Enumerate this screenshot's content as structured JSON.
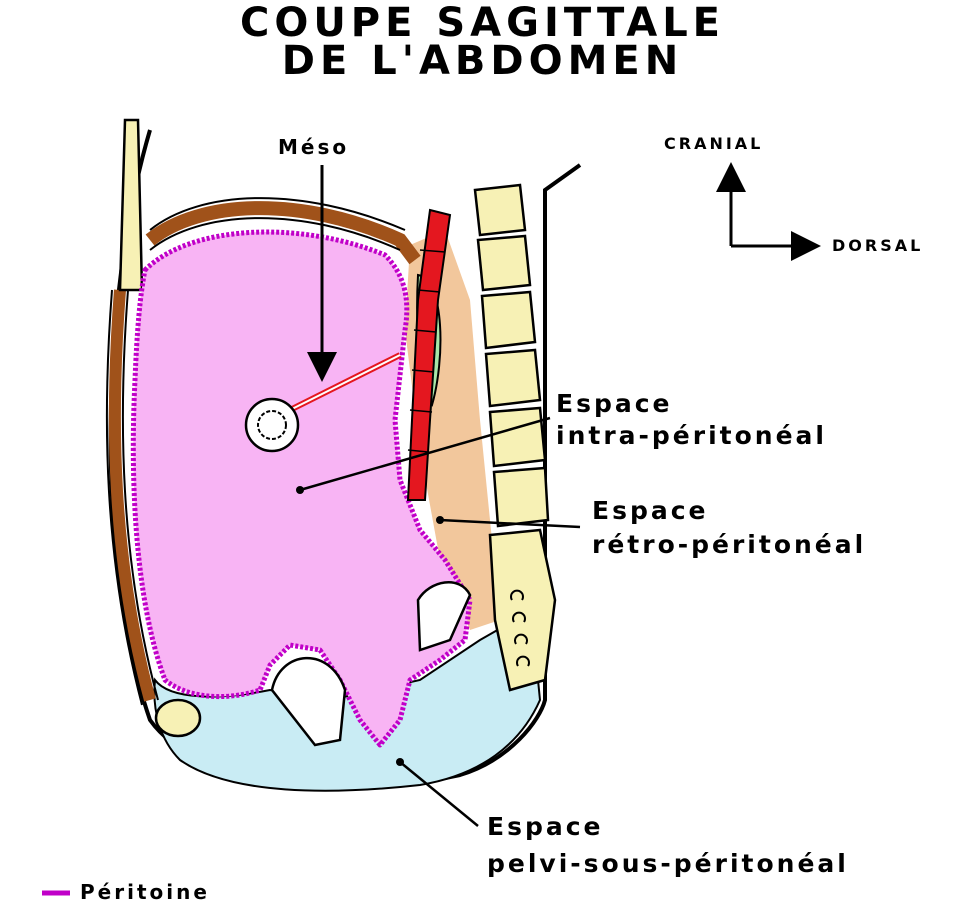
{
  "title": {
    "line1": "COUPE SAGITTALE",
    "line2": "DE L'ABDOMEN"
  },
  "orientation": {
    "up": "CRANIAL",
    "right": "DORSAL"
  },
  "labels": {
    "meso": "Méso",
    "intra_l1": "Espace",
    "intra_l2": "intra-péritonéal",
    "retro_l1": "Espace",
    "retro_l2": "rétro-péritonéal",
    "pelvi_l1": "Espace",
    "pelvi_l2": "pelvi-sous-péritonéal"
  },
  "legend": {
    "label": "Péritoine",
    "color": "#c000c8"
  },
  "colors": {
    "peritoneal_cavity": "#f8b4f4",
    "peritoneum": "#c000c8",
    "retroperitoneal": "#f2c79c",
    "subperitoneal": "#c9ecf4",
    "vertebrae": "#f7f1b5",
    "aorta": "#e4171f",
    "kidney": "#a9e6a9",
    "abdominal_wall": "#a0521a"
  }
}
